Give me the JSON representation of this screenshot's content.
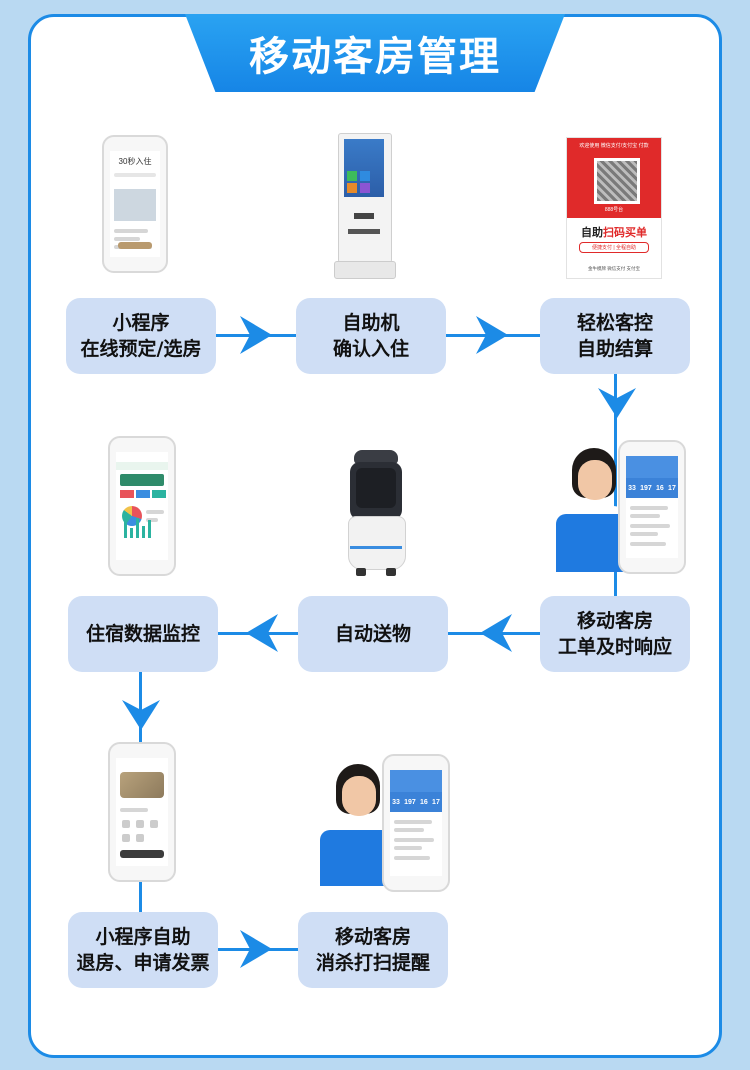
{
  "title": "移动客房管理",
  "steps": [
    {
      "id": "mini-program",
      "line1": "小程序",
      "line2": "在线预定/选房"
    },
    {
      "id": "kiosk",
      "line1": "自助机",
      "line2": "确认入住"
    },
    {
      "id": "self-checkout",
      "line1": "轻松客控",
      "line2": "自助结算"
    },
    {
      "id": "mobile-workorder",
      "line1": "移动客房",
      "line2": "工单及时响应"
    },
    {
      "id": "delivery",
      "line1": "自动送物",
      "line2": ""
    },
    {
      "id": "monitoring",
      "line1": "住宿数据监控",
      "line2": ""
    },
    {
      "id": "checkout-invoice",
      "line1": "小程序自助",
      "line2": "退房、申请发票"
    },
    {
      "id": "cleaning",
      "line1": "移动客房",
      "line2": "消杀打扫提醒"
    }
  ],
  "poster": {
    "header": "欢迎使用 微信支付/支付宝 付款",
    "sub": "888号台",
    "main_prefix": "自助",
    "main_highlight": "扫码买单",
    "tags": "便捷支付 | 全程自助",
    "footer": "金牛模牌  微信支付  支付宝"
  },
  "checkin_phone": {
    "heading": "30秒入住"
  },
  "staff_phone": {
    "stats": [
      "33",
      "197",
      "16",
      "17"
    ]
  },
  "colors": {
    "accent": "#1c8be6",
    "box": "#cfdef5",
    "poster_red": "#e02a2a",
    "background": "#b9d9f2"
  }
}
